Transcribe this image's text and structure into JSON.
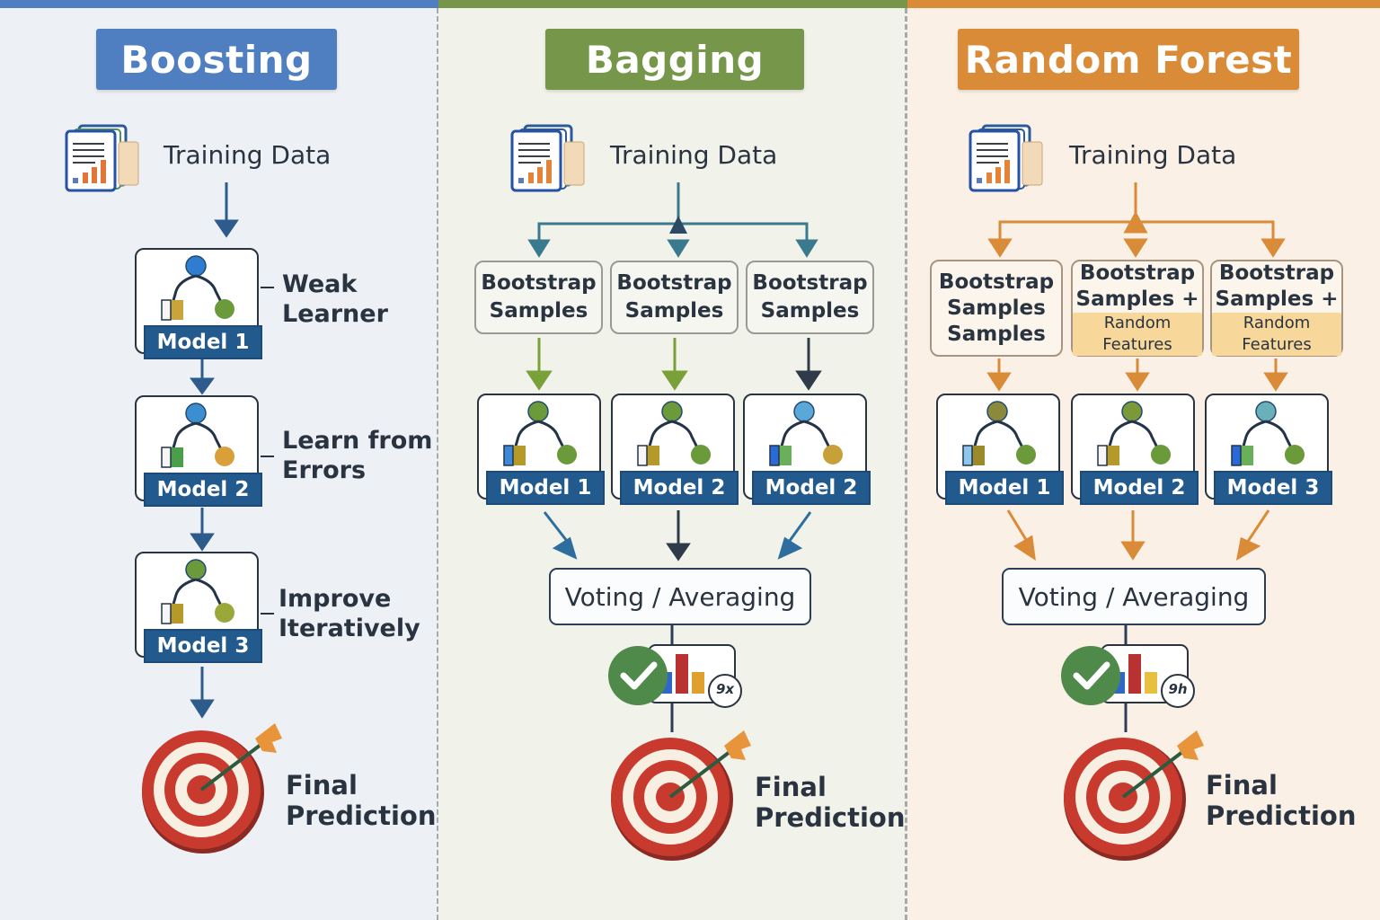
{
  "colors": {
    "boosting_accent": "#4f7fc0",
    "bagging_accent": "#76964a",
    "random_forest_accent": "#d98b38",
    "model_plate": "#235a8e",
    "target_red": "#c8392e",
    "check_green": "#4f8a4a"
  },
  "boosting": {
    "title": "Boosting",
    "training_data": "Training Data",
    "training_data_icon": "documents-chart-icon",
    "models": [
      {
        "label": "Model 1",
        "annotation": "Weak Learner"
      },
      {
        "label": "Model 2",
        "annotation": "Learn from Errors"
      },
      {
        "label": "Model 3",
        "annotation": "Improve Iteratively"
      }
    ],
    "annotation_lines": {
      "m2": [
        "Learn from",
        "Errors"
      ],
      "m3": [
        "Improve",
        "Iteratively"
      ]
    },
    "final": {
      "line1": "Final",
      "line2": "Prediction",
      "icon": "target-dart-icon"
    }
  },
  "bagging": {
    "title": "Bagging",
    "training_data": "Training Data",
    "samples": [
      {
        "line1": "Bootstrap",
        "line2": "Samples"
      },
      {
        "line1": "Bootstrap",
        "line2": "Samples"
      },
      {
        "line1": "Bootstrap",
        "line2": "Samples"
      }
    ],
    "models": [
      {
        "label": "Model 1"
      },
      {
        "label": "Model 2"
      },
      {
        "label": "Model 2"
      }
    ],
    "aggregate": "Voting / Averaging",
    "badge_text": "9x",
    "final": {
      "line1": "Final",
      "line2": "Prediction"
    }
  },
  "random_forest": {
    "title": "Random Forest",
    "training_data": "Training Data",
    "samples": [
      {
        "line1": "Bootstrap",
        "line2": "Samples",
        "line3": "Samples",
        "highlight": ""
      },
      {
        "line1": "Bootstrap",
        "line2": "Samples +",
        "line3": "",
        "highlight": "Random Features"
      },
      {
        "line1": "Bootstrap",
        "line2": "Samples +",
        "line3": "",
        "highlight": "Random Features"
      }
    ],
    "models": [
      {
        "label": "Model 1"
      },
      {
        "label": "Model 2"
      },
      {
        "label": "Model 3"
      }
    ],
    "aggregate": "Voting / Averaging",
    "badge_text": "9h",
    "final": {
      "line1": "Final",
      "line2": "Prediction"
    }
  }
}
